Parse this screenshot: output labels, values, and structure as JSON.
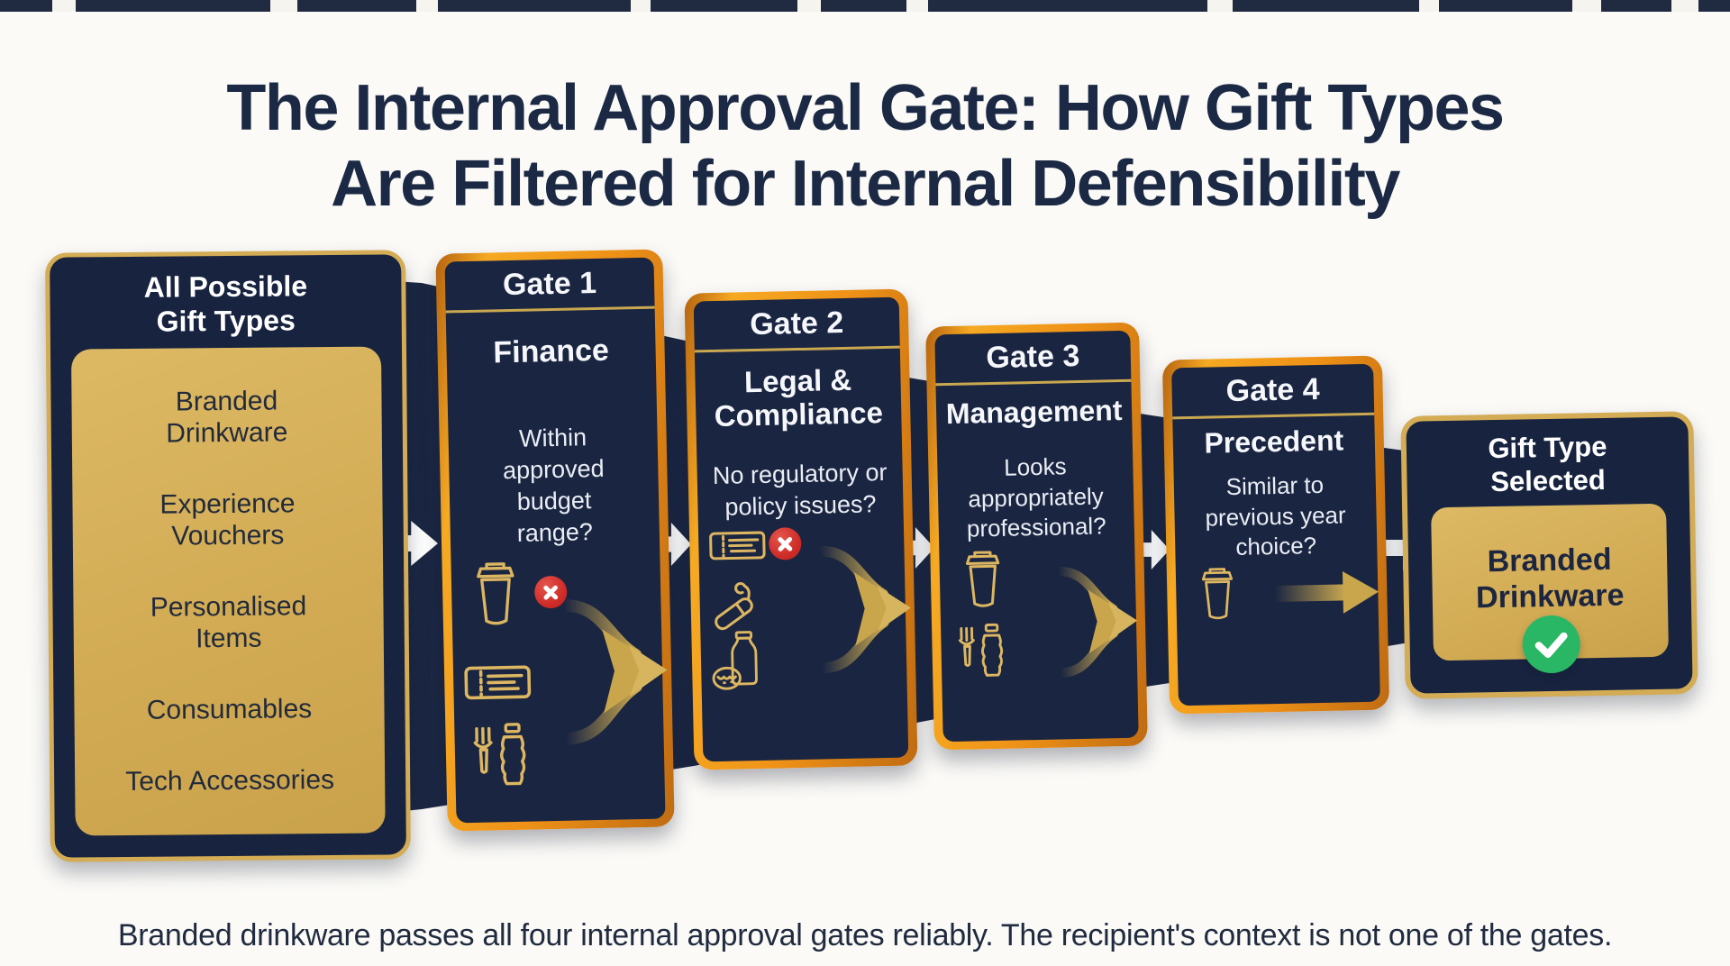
{
  "page": {
    "title_line1": "The Internal Approval Gate: How Gift Types",
    "title_line2": "Are Filtered for Internal Defensibility",
    "caption": "Branded drinkware passes all four internal approval gates reliably. The recipient's context is not one of the gates."
  },
  "colors": {
    "background": "#fbfaf7",
    "navy": "#1a2541",
    "gold": "#d3ac55",
    "orange_border": "#ee9117",
    "reject_red": "#d02d28",
    "approve_green": "#29b765",
    "title_text": "#1b2944"
  },
  "source_box": {
    "header_line1": "All Possible",
    "header_line2": "Gift Types",
    "items": [
      "Branded Drinkware",
      "Experience Vouchers",
      "Personalised Items",
      "Consumables",
      "Tech Accessories"
    ]
  },
  "gates": [
    {
      "label": "Gate 1",
      "department": "Finance",
      "question": "Within approved budget range?",
      "icons": [
        "cup-icon",
        "ticket-icon",
        "fork-bottle-icon"
      ],
      "rejected_icon": "cup-icon"
    },
    {
      "label": "Gate 2",
      "department": "Legal & Compliance",
      "question": "No regulatory or policy issues?",
      "icons": [
        "ticket-icon",
        "personalised-item-icon",
        "bottle-cookie-icon"
      ],
      "rejected_icon": "ticket-icon"
    },
    {
      "label": "Gate 3",
      "department": "Management",
      "question": "Looks appropriately professional?",
      "icons": [
        "cup-icon",
        "fork-bottle-icon"
      ],
      "rejected_icon": null
    },
    {
      "label": "Gate 4",
      "department": "Precedent",
      "question": "Similar to previous year choice?",
      "icons": [
        "cup-icon"
      ],
      "rejected_icon": null
    }
  ],
  "result_box": {
    "header_line1": "Gift Type",
    "header_line2": "Selected",
    "value": "Branded Drinkware",
    "status": "approved"
  }
}
